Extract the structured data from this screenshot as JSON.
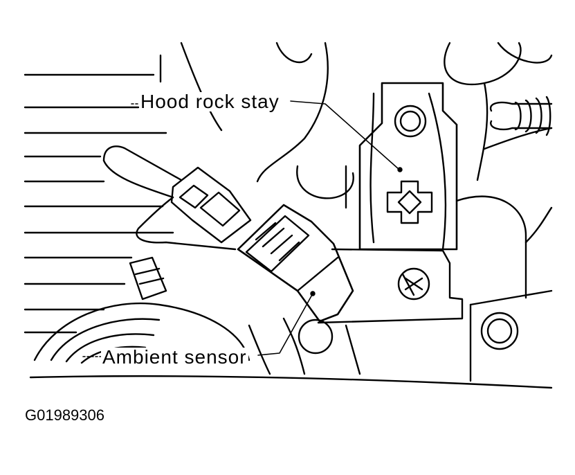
{
  "diagram": {
    "labels": {
      "hood_rock_stay": "Hood rock stay",
      "ambient_sensor": "Ambient sensor"
    },
    "figure_code": "G01989306",
    "colors": {
      "ink": "#000000",
      "paper": "#ffffff"
    }
  }
}
